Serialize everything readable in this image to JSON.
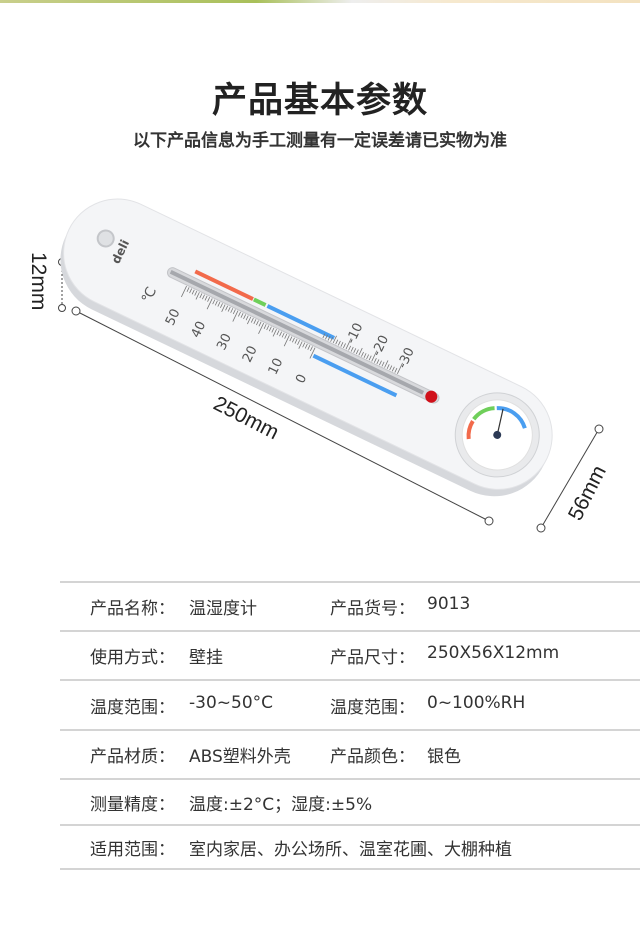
{
  "header": {
    "title": "产品基本参数",
    "subtitle": "以下产品信息为手工测量有一定误差请已实物为准"
  },
  "figure": {
    "brand": "deli",
    "unit": "℃",
    "scale_labels": [
      "50",
      "40",
      "30",
      "20",
      "10",
      "0",
      "-10",
      "-20",
      "-30"
    ],
    "scale_values": [
      50,
      40,
      30,
      20,
      10,
      0,
      -10,
      -20,
      -30
    ],
    "dimensions": {
      "thickness": "12mm",
      "length": "250mm",
      "width": "56mm"
    },
    "colors": {
      "red": "#f26a4b",
      "green": "#6fcf5a",
      "blue": "#4a9ef0",
      "bulb": "#d0101a"
    }
  },
  "specs": [
    [
      {
        "k": "产品名称：",
        "v": "温湿度计"
      },
      {
        "k": "产品货号：",
        "v": "9013"
      }
    ],
    [
      {
        "k": "使用方式：",
        "v": "壁挂"
      },
      {
        "k": "产品尺寸：",
        "v": "250X56X12mm"
      }
    ],
    [
      {
        "k": "温度范围：",
        "v": "-30~50°C"
      },
      {
        "k": "温度范围：",
        "v": "0~100%RH"
      }
    ],
    [
      {
        "k": "产品材质：",
        "v": "ABS塑料外壳"
      },
      {
        "k": "产品颜色：",
        "v": "银色"
      }
    ],
    [
      {
        "k": "测量精度：",
        "v": "温度:±2°C；湿度:±5%"
      }
    ],
    [
      {
        "k": "适用范围：",
        "v": "室内家居、办公场所、温室花圃、大棚种植"
      }
    ]
  ]
}
